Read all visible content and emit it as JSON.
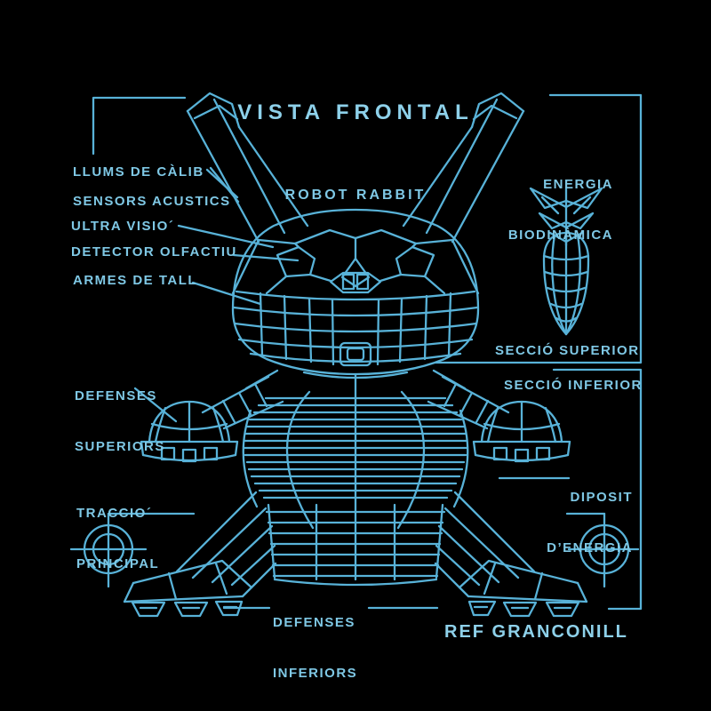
{
  "header": {
    "title": "VISTA FRONTAL",
    "subject": "ROBOT RABBIT"
  },
  "callouts": {
    "llums": "LLUMS DE CÀLIB",
    "sensors": "SENSORS ACUSTICS",
    "ultra": "ULTRA VISIO´",
    "detector": "DETECTOR OLFACTIU",
    "armes": "ARMES DE TALL",
    "defenses_sup_line1": "DEFENSES",
    "defenses_sup_line2": "SUPERIORS",
    "traccio_line1": "TRACCIO´",
    "traccio_line2": "PRINCIPAL",
    "energia_line1": "ENERGIA",
    "energia_line2": "BIODINÀMICA",
    "seccio_superior": "SECCIÓ SUPERIOR",
    "seccio_inferior": "SECCIÓ INFERIOR",
    "diposit_line1": "DIPOSIT",
    "diposit_line2": "D’ENERGIA",
    "defenses_inf_line1": "DEFENSES",
    "defenses_inf_line2": "INFERIORS"
  },
  "footer": {
    "reference": "REF GRANCONILL"
  },
  "icons": {
    "energy_source": "carrot-wireframe",
    "registration_mark": "crosshair-target"
  },
  "colors": {
    "background": "#000000",
    "line": "#58b2d8",
    "text": "#7fc8e5"
  }
}
